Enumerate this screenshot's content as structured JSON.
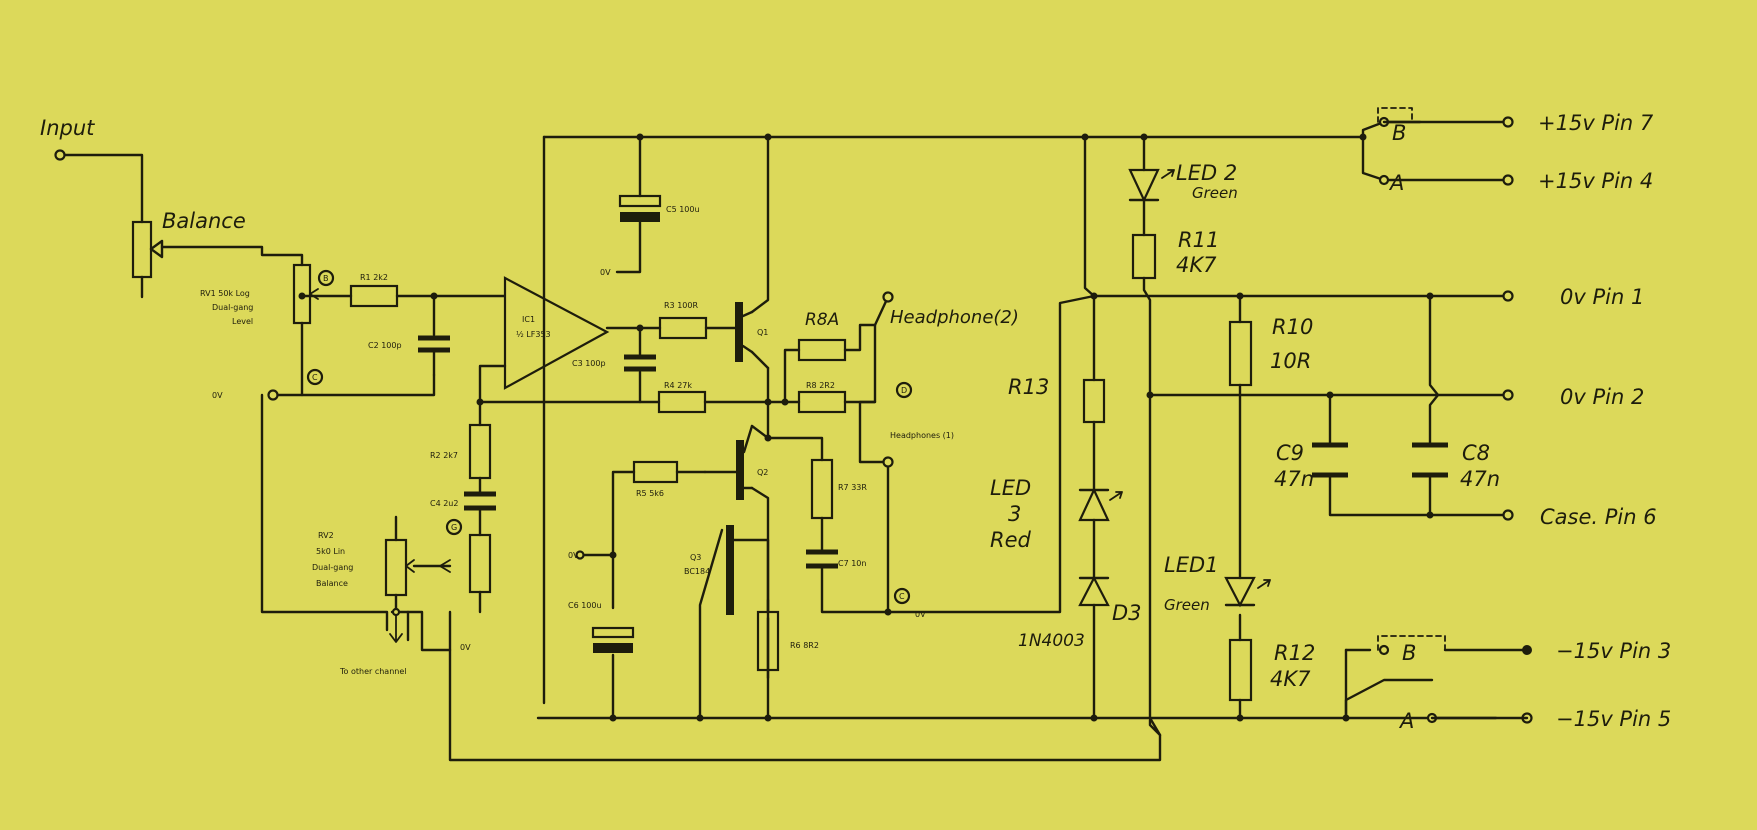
{
  "input": {
    "label": "Input"
  },
  "balance": {
    "label": "Balance"
  },
  "rv1": {
    "line1": "RV1 50k Log",
    "line2": "Dual-gang",
    "line3": "Level"
  },
  "node_b": "B",
  "node_c": "C",
  "node_d": "D",
  "node_g": "G",
  "zero_v": "0V",
  "r1": "R1 2k2",
  "c2": "C2 100p",
  "ic1": {
    "line1": "IC1",
    "line2": "½ LF353"
  },
  "c5": "C5 100u",
  "c3": "C3 100p",
  "r3": "R3 100R",
  "r4": "R4 27k",
  "q1": "Q1",
  "q2": "Q2",
  "q3": {
    "line1": "Q3",
    "line2": "BC184"
  },
  "r8a": "R8A",
  "r8": "R8 2R2",
  "headphone2": "Headphone(2)",
  "headphones1": "Headphones (1)",
  "r2": "R2 2k7",
  "c4": "C4 2u2",
  "rv2": {
    "line1": "RV2",
    "line2": "5k0 Lin",
    "line3": "Dual-gang",
    "line4": "Balance"
  },
  "to_other_channel": "To other channel",
  "r5": "R5 5k6",
  "c6": "C6 100u",
  "r7": "R7 33R",
  "c7": "C7 10n",
  "r6": "R6 8R2",
  "r13": "R13",
  "led3": {
    "line1": "LED",
    "line2": "3",
    "line3": "Red"
  },
  "d3": {
    "part": "1N4003",
    "label": "D3"
  },
  "led2": {
    "line1": "LED 2",
    "line2": "Green"
  },
  "r11": {
    "line1": "R11",
    "line2": "4K7"
  },
  "r10": {
    "line1": "R10",
    "line2": "10R"
  },
  "c9": {
    "line1": "C9",
    "line2": "47n"
  },
  "c8": {
    "line1": "C8",
    "line2": "47n"
  },
  "led1": {
    "line1": "LED1",
    "line2": "Green"
  },
  "r12": {
    "line1": "R12",
    "line2": "4K7"
  },
  "switch_b": "B",
  "switch_a": "A",
  "pins": {
    "pin7": "+15v  Pin 7",
    "pin4": "+15v  Pin 4",
    "pin1": "0v   Pin 1",
    "pin2": "0v   Pin 2",
    "pin6": "Case. Pin 6",
    "pin3": "−15v  Pin 3",
    "pin5": "−15v  Pin 5"
  },
  "colors": {
    "paper": "#dcd95a",
    "ink": "#1e1d0c"
  }
}
